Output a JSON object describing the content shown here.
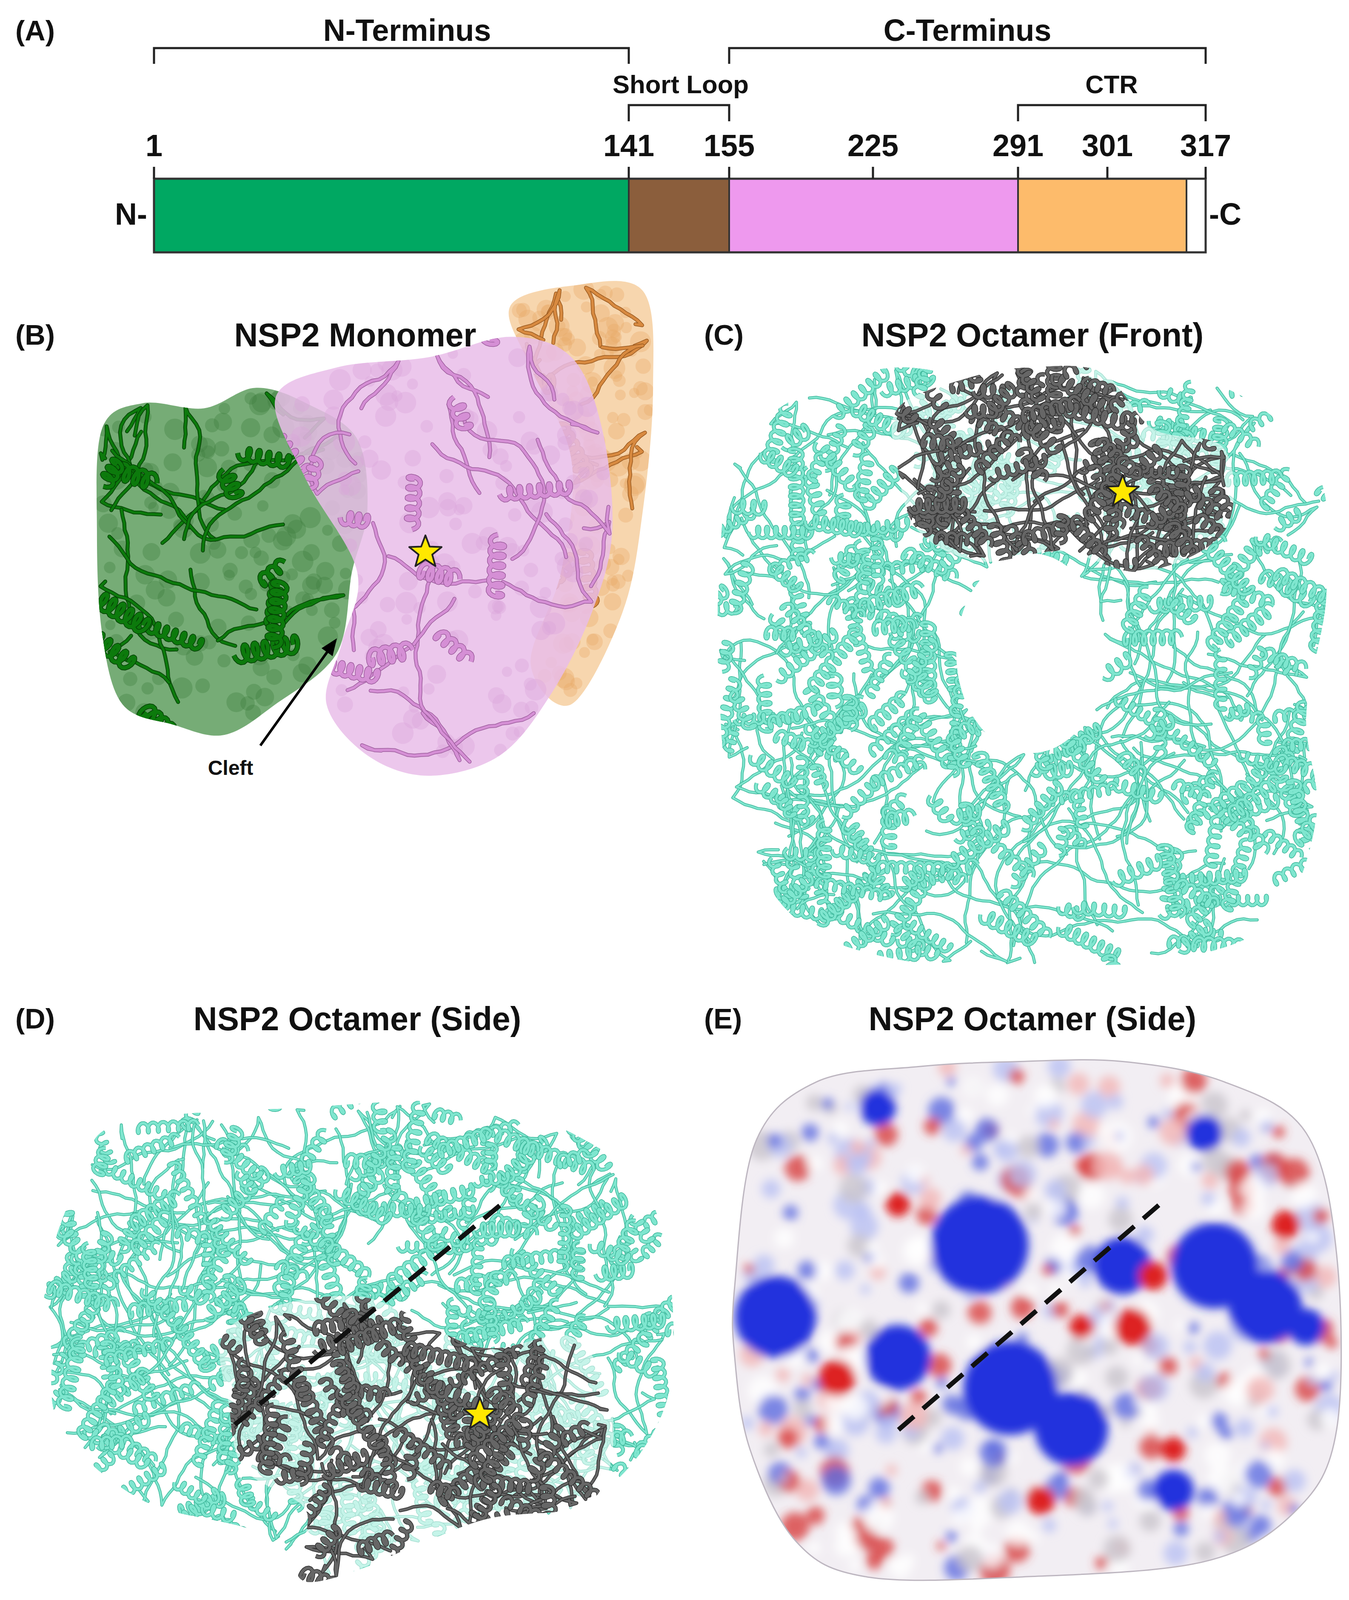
{
  "diagram": {
    "labels": [
      "(A)",
      "N-Terminus",
      "C-Terminus",
      "Short Loop",
      "CTR",
      "1",
      "141",
      "155",
      "225",
      "291",
      "301",
      "317",
      "N-",
      "-C",
      "(B)",
      "NSP2 Monomer",
      "(C)",
      "NSP2 Octamer (Front)",
      "Cleft",
      "(D)",
      "NSP2 Octamer (Side)",
      "(E)",
      "NSP2 Octamer (Side)"
    ]
  }
}
